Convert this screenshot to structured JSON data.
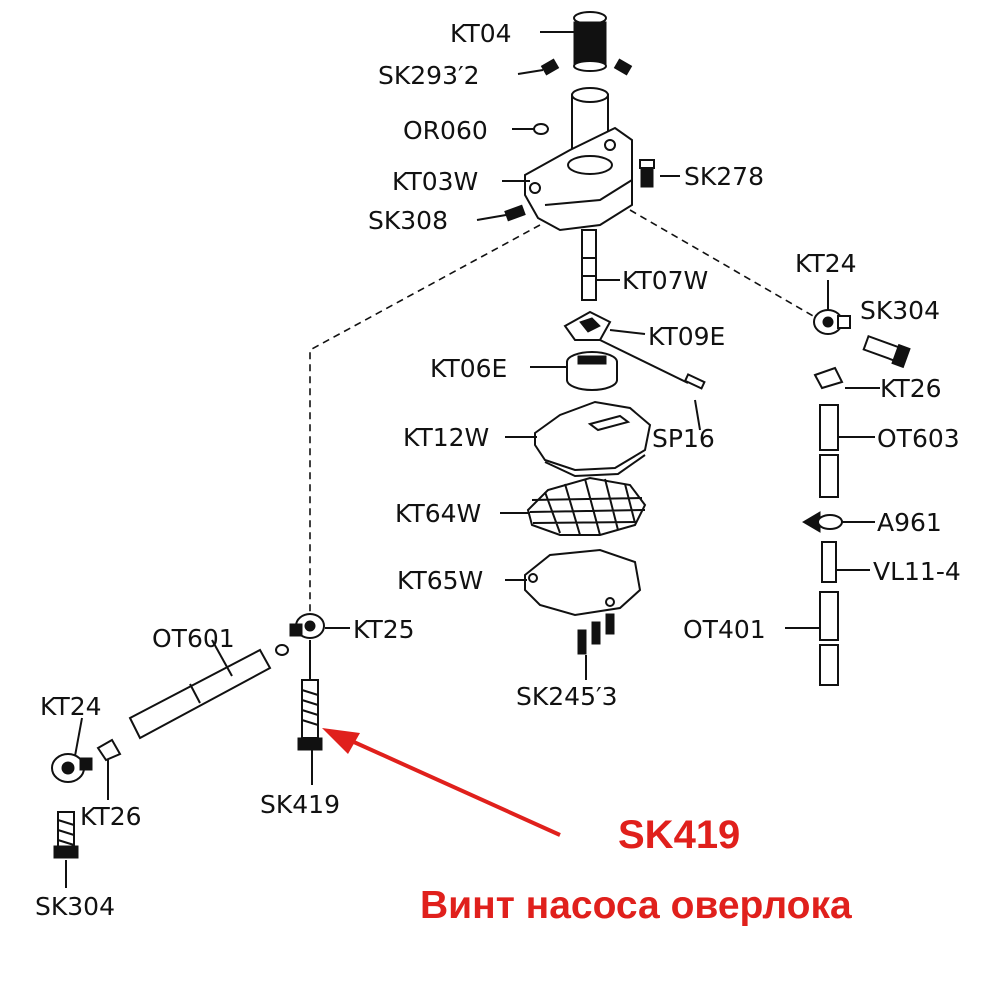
{
  "labels": {
    "kt04": "KT04",
    "sk293": "SK293′2",
    "or060": "OR060",
    "kt03w": "KT03W",
    "sk278": "SK278",
    "sk308": "SK308",
    "kt07w": "KT07W",
    "kt24_right": "KT24",
    "sk304_right": "SK304",
    "kt09e": "KT09E",
    "kt06e": "KT06E",
    "kt26_right": "KT26",
    "kt12w": "KT12W",
    "sp16": "SP16",
    "ot603": "OT603",
    "kt64w": "KT64W",
    "a961": "A961",
    "vl11_4": "VL11-4",
    "kt65w": "KT65W",
    "ot401": "OT401",
    "ot601": "OT601",
    "kt25": "KT25",
    "sk245": "SK245′3",
    "kt24_left": "KT24",
    "kt26_left": "KT26",
    "sk419": "SK419",
    "sk304_left": "SK304"
  },
  "callout": {
    "title": "SK419",
    "subtitle": "Винт насоса оверлока",
    "color": "#e0201c"
  }
}
